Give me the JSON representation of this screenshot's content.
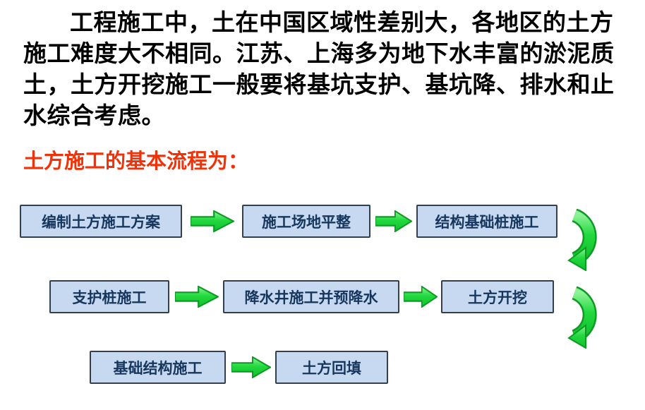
{
  "slide": {
    "paragraph": "工程施工中，土在中国区域性差别大，各地区的土方施工难度大不相同。江苏、上海多为地下水丰富的淤泥质土，土方开挖施工一般要将基坑支护、基坑降、排水和止水综合考虑。",
    "heading": "土方施工的基本流程为："
  },
  "flowchart": {
    "boxes": [
      {
        "label": "编制土方施工方案"
      },
      {
        "label": "施工场地平整"
      },
      {
        "label": "结构基础桩施工"
      },
      {
        "label": "支护桩施工"
      },
      {
        "label": "降水井施工并预降水"
      },
      {
        "label": "土方开挖"
      },
      {
        "label": "基础结构施工"
      },
      {
        "label": "土方回填"
      }
    ],
    "colors": {
      "heading_red": "#f03209",
      "box_fill": "#c6d9f1",
      "box_border": "#333f4c",
      "box_text": "#17365d",
      "arrow_green": "#1fd33c",
      "arrow_outline": "#0c9a22"
    }
  }
}
